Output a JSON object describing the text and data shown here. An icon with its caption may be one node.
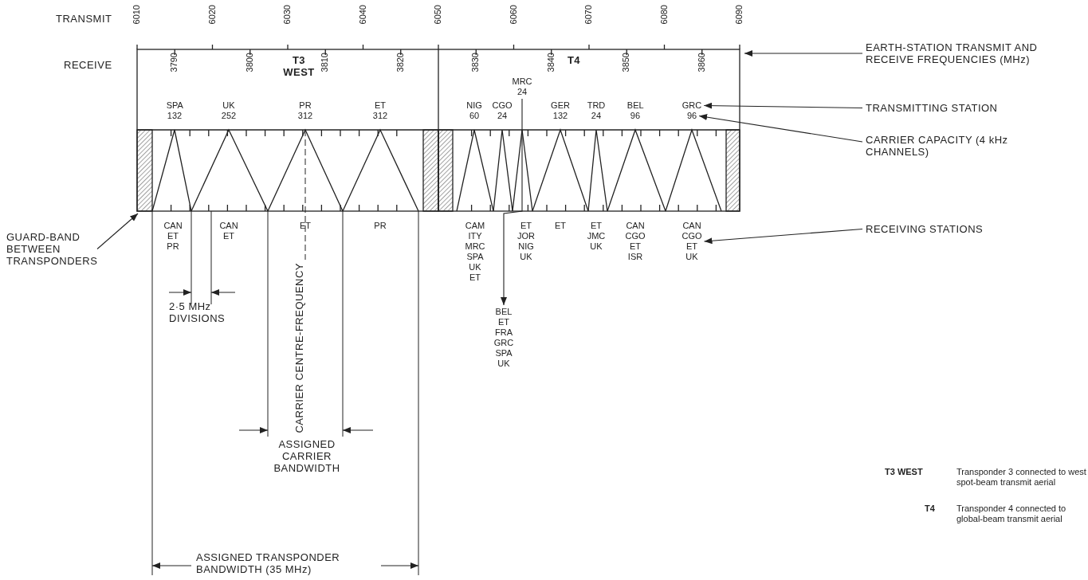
{
  "diagram": {
    "nodes": [
      {
        "text": [
          "EARTH-STATION TRANSMIT AND RECEIVE FREQUENCIES (MHz)"
        ]
      },
      {
        "text": [
          "TRANSMITTING STATION"
        ]
      },
      {
        "text": [
          "CARRIER CAPACITY (4 kHz CHANNELS)"
        ]
      },
      {
        "text": [
          "RECEIVING STATIONS"
        ]
      },
      {
        "text": [
          "GUARD-BAND BETWEEN TRANSPONDERS"
        ]
      },
      {
        "text": [
          "MRC 24"
        ]
      },
      {
        "text": [
          "BEL ET FRA GRC SPA UK"
        ]
      },
      {
        "text": [
          "GRC"
        ]
      },
      {
        "text": [
          "96"
        ]
      },
      {
        "text": [
          "CAN CGO ET UK"
        ]
      }
    ],
    "edges": [
      {
        "from": 0,
        "to": null,
        "arrow": "to"
      },
      {
        "from": 1,
        "to": 7,
        "arrow": "to"
      },
      {
        "from": 2,
        "to": 8,
        "arrow": "to"
      },
      {
        "from": 3,
        "to": 9,
        "arrow": "to"
      },
      {
        "from": 4,
        "to": null,
        "arrow": "to"
      },
      {
        "from": 5,
        "to": 6,
        "arrow": "to"
      }
    ],
    "labels": [
      "TRANSMIT",
      "6010",
      "6020",
      "6030",
      "6040",
      "6050",
      "6060",
      "6070",
      "6080",
      "6090",
      "RECEIVE",
      "3790",
      "3800",
      "T3 WEST",
      "3810",
      "3820",
      "3830",
      "3840",
      "T4",
      "3850",
      "3860",
      "SPA 132",
      "UK 252",
      "PR 312",
      "ET 312",
      "NIG 60",
      "CGO 24",
      "GER 132",
      "TRD 24",
      "BEL 96",
      "CAN ET PR",
      "CAN ET",
      "ET",
      "PR",
      "CAM ITY MRC SPA UK ET",
      "ET JOR NIG UK",
      "ET",
      "ET JMC UK",
      "CAN CGO ET ISR",
      "2·5 MHz DIVISIONS",
      "CARRIER CENTRE-FREQUENCY",
      "ASSIGNED CARRIER BANDWIDTH",
      "ASSIGNED TRANSPONDER BANDWIDTH (35 MHz)",
      "T3 WEST",
      "Transponder 3 connected to west spot-beam transmit aerial",
      "T4",
      "Transponder 4 connected to global-beam transmit aerial"
    ]
  }
}
